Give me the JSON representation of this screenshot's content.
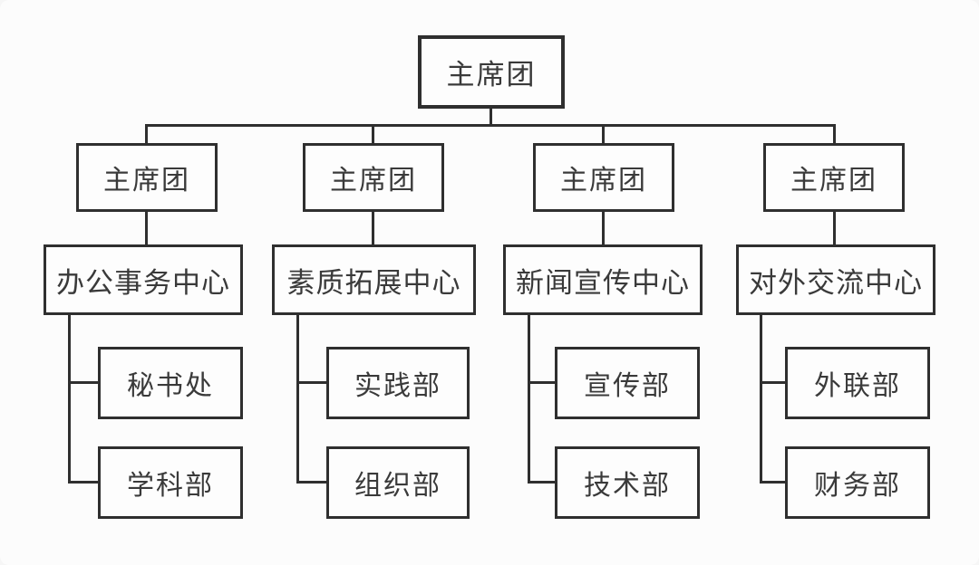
{
  "root": {
    "label": "主席团"
  },
  "columns": [
    {
      "branch": "主席团",
      "center": "办公事务中心",
      "depts": [
        "秘书处",
        "学科部"
      ]
    },
    {
      "branch": "主席团",
      "center": "素质拓展中心",
      "depts": [
        "实践部",
        "组织部"
      ]
    },
    {
      "branch": "主席团",
      "center": "新闻宣传中心",
      "depts": [
        "宣传部",
        "技术部"
      ]
    },
    {
      "branch": "主席团",
      "center": "对外交流中心",
      "depts": [
        "外联部",
        "财务部"
      ]
    }
  ],
  "colors": {
    "line": "#2f2f2f",
    "background": "#fcfcfc",
    "box_background": "#fdfdfd",
    "text": "#3a3a3a"
  }
}
